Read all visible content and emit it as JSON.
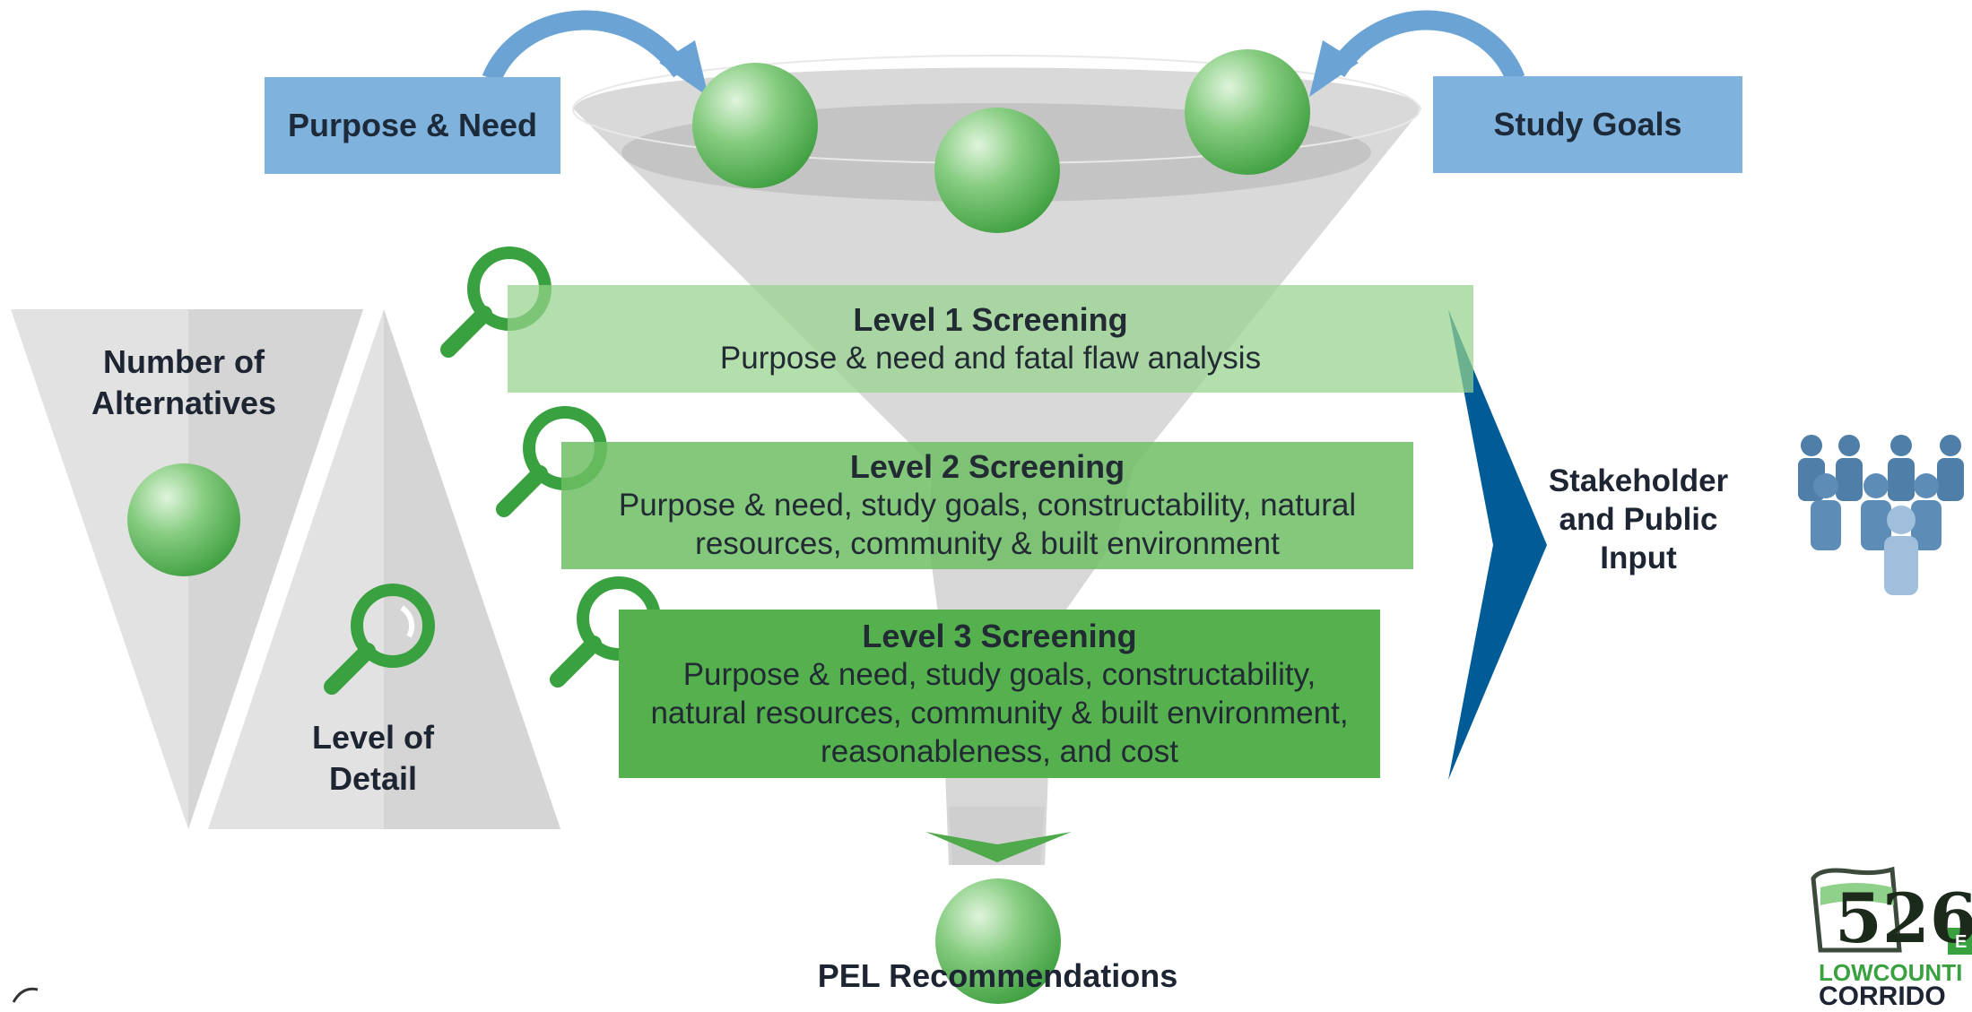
{
  "inputs": {
    "purpose_need": "Purpose & Need",
    "study_goals": "Study Goals"
  },
  "sidebar": {
    "alternatives_label": "Number of Alternatives",
    "detail_label": "Level of Detail"
  },
  "levels": [
    {
      "title": "Level 1 Screening",
      "description": "Purpose & need and fatal flaw analysis"
    },
    {
      "title": "Level 2 Screening",
      "description": "Purpose & need, study goals, constructability, natural resources, community & built environment"
    },
    {
      "title": "Level 3 Screening",
      "description": "Purpose & need, study goals, constructability, natural resources, community & built environment, reasonableness, and cost"
    }
  ],
  "stakeholder_label": "Stakeholder and Public Input",
  "output_label": "PEL Recommendations",
  "logo": {
    "number": "526",
    "letter": "E",
    "line1": "LOWCOUNTI",
    "line2": "CORRIDO"
  },
  "colors": {
    "band_level1": "#a9d7a3",
    "band_level2": "#7cc475",
    "band_level3": "#54b14e",
    "input_box": "#7fb2dc",
    "arrow_blue": "#005b96",
    "magnifier": "#3aa140",
    "people": "#4f7ea8"
  },
  "icons": [
    "magnifier-icon",
    "arrow-icon",
    "people-icon",
    "chevron-down-icon"
  ]
}
